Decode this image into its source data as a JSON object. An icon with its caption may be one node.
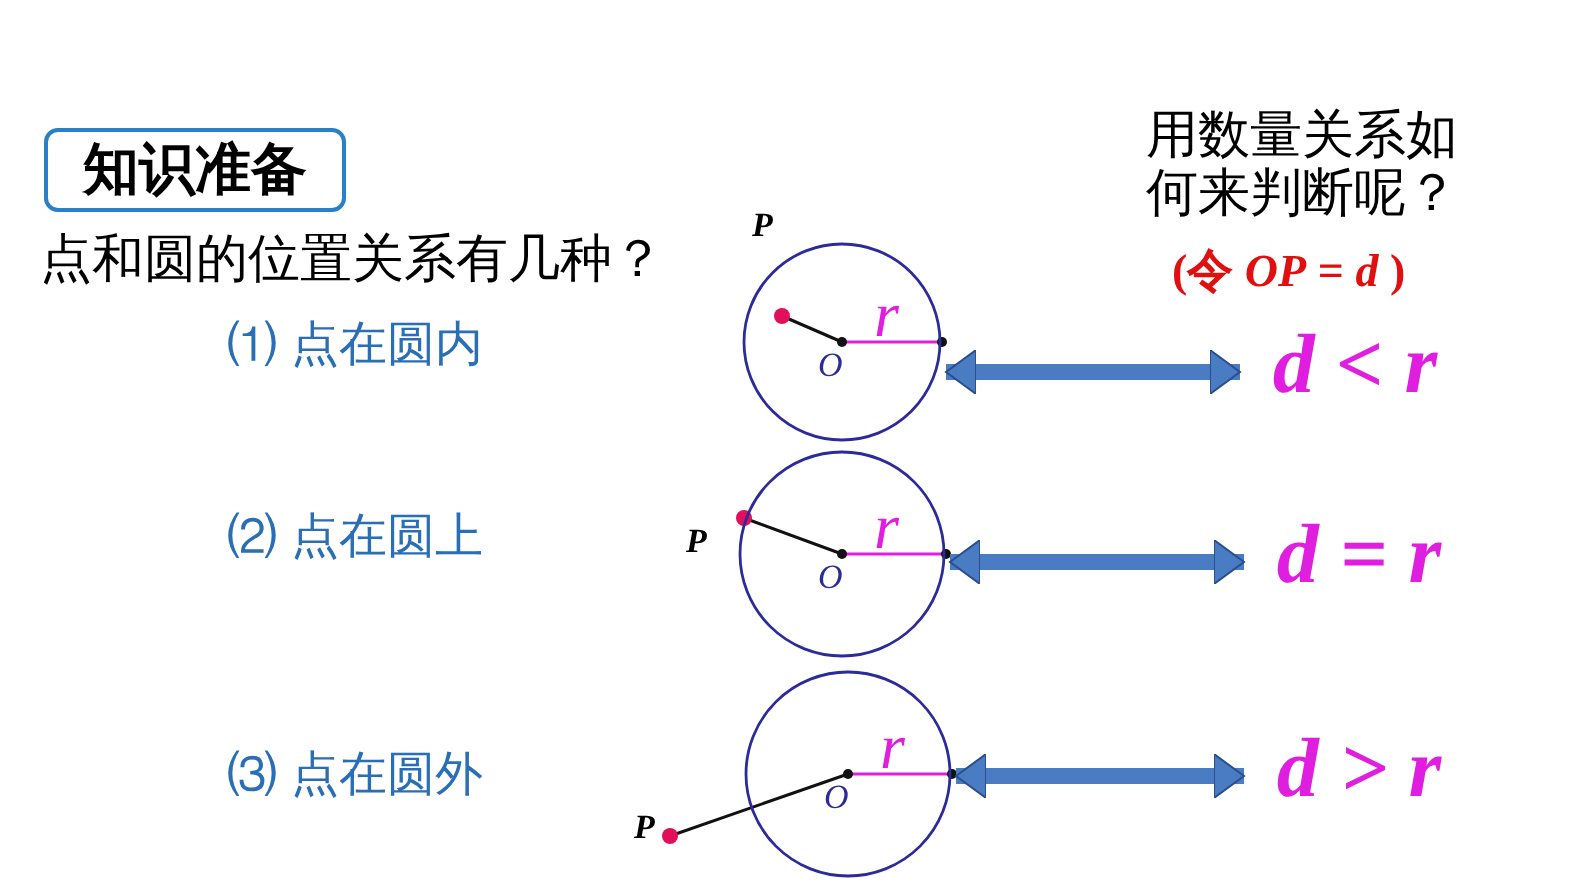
{
  "diagram": {
    "nodes": [
      {
        "text": [
          "知识准备"
        ]
      },
      {
        "text": [
          "O",
          "r"
        ],
        "beside": [
          "P"
        ]
      },
      {
        "text": [
          "O",
          "r"
        ],
        "beside": [
          "P"
        ]
      },
      {
        "text": [
          "O",
          "r"
        ],
        "beside": [
          "P"
        ]
      },
      {
        "text": [
          "d < r"
        ]
      },
      {
        "text": [
          "d = r"
        ]
      },
      {
        "text": [
          "d > r"
        ]
      }
    ],
    "edges": [
      {
        "from": 1,
        "to": 4,
        "arrow": "both"
      },
      {
        "from": 2,
        "to": 5,
        "arrow": "both"
      },
      {
        "from": 3,
        "to": 6,
        "arrow": "both"
      }
    ],
    "labels": [
      "用数量关系如何来判断呢？",
      "点和圆的位置关系有几种？",
      "(令 *OP* = *d* )",
      "⑴ 点在圆内",
      "⑵ 点在圆上",
      "⑶ 点在圆外"
    ]
  }
}
